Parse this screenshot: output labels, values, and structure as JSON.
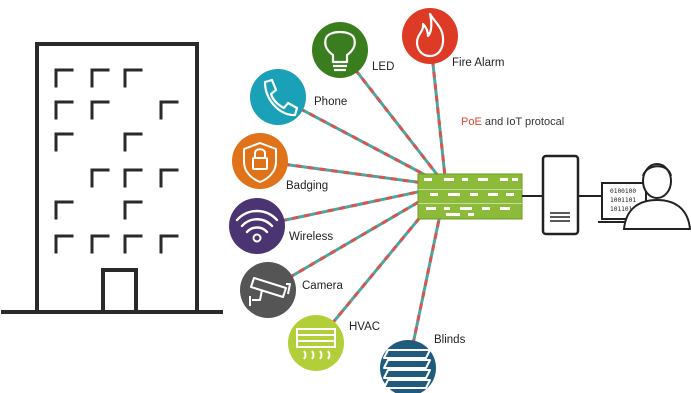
{
  "protocol": {
    "highlight": "PoE",
    "rest": " and IoT protocal"
  },
  "devices": [
    {
      "id": "led",
      "label": "LED",
      "icon": "lightbulb-icon",
      "color": "#3a7d1e"
    },
    {
      "id": "fire-alarm",
      "label": "Fire Alarm",
      "icon": "flame-icon",
      "color": "#dd3b26"
    },
    {
      "id": "phone",
      "label": "Phone",
      "icon": "phone-icon",
      "color": "#1aa0b7"
    },
    {
      "id": "badging",
      "label": "Badging",
      "icon": "lock-icon",
      "color": "#e0721a"
    },
    {
      "id": "wireless",
      "label": "Wireless",
      "icon": "wifi-icon",
      "color": "#4a3472"
    },
    {
      "id": "camera",
      "label": "Camera",
      "icon": "camera-icon",
      "color": "#555555"
    },
    {
      "id": "hvac",
      "label": "HVAC",
      "icon": "hvac-icon",
      "color": "#b2cf3a"
    },
    {
      "id": "blinds",
      "label": "Blinds",
      "icon": "blinds-icon",
      "color": "#1f5b7c"
    }
  ],
  "workstation": {
    "binary": [
      "0100100",
      "1001101",
      "1011011"
    ]
  },
  "colors": {
    "switch": "#8cbb3a",
    "line_red": "#d9534f",
    "line_teal": "#4aa7a0",
    "outline": "#222222"
  }
}
